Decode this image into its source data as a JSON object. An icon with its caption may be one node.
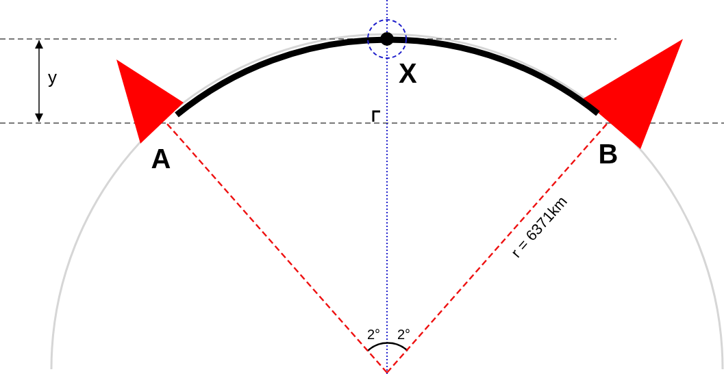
{
  "diagram": {
    "nodes": [
      {
        "text": [
          "A"
        ]
      },
      {
        "text": [
          "B"
        ]
      },
      {
        "text": [],
        "shape": "triangle"
      },
      {
        "text": [],
        "shape": "triangle"
      }
    ],
    "edges": [
      {
        "from": null,
        "to": 0,
        "arrow": "none",
        "style": "dashed"
      },
      {
        "from": null,
        "to": 1,
        "arrow": "none",
        "style": "dashed",
        "label": "r = 6371km"
      },
      {
        "from": 2,
        "to": 3,
        "arrow": "none",
        "style": "thick",
        "color": "#000000"
      }
    ],
    "labels": [
      "X",
      "y",
      "2°",
      "2°"
    ]
  }
}
